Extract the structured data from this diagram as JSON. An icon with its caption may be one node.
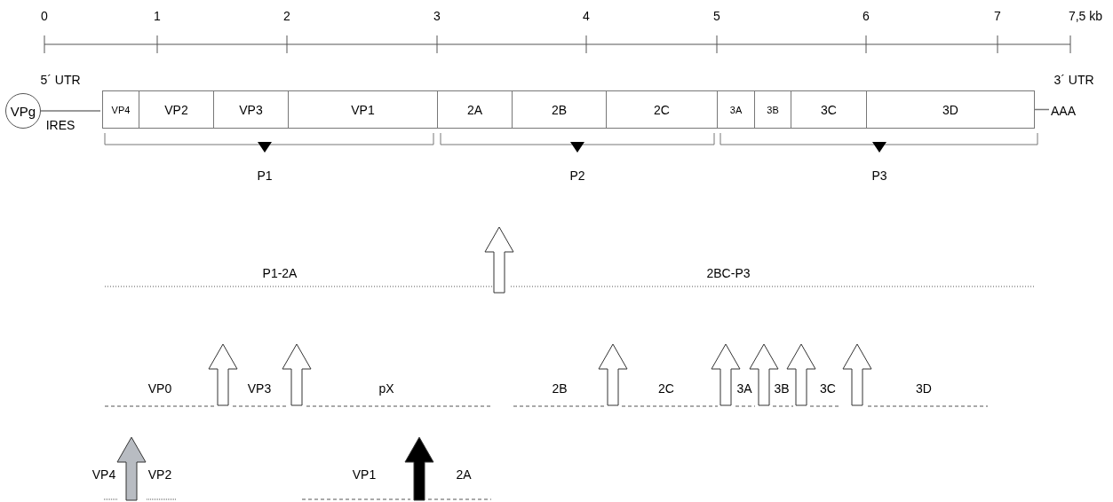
{
  "diagram": {
    "nodes": [
      {
        "text": [
          "VPg"
        ]
      },
      {
        "text": [
          "VP4"
        ]
      },
      {
        "text": [
          "VP2"
        ]
      },
      {
        "text": [
          "VP3"
        ]
      },
      {
        "text": [
          "VP1"
        ]
      },
      {
        "text": [
          "2A"
        ]
      },
      {
        "text": [
          "2B"
        ]
      },
      {
        "text": [
          "2C"
        ]
      },
      {
        "text": [
          "3A"
        ]
      },
      {
        "text": [
          "3B"
        ]
      },
      {
        "text": [
          "3C"
        ]
      },
      {
        "text": [
          "3D"
        ]
      },
      {
        "text": [
          "AAA"
        ]
      }
    ],
    "edges": [
      {
        "from": 0,
        "to": 1,
        "arrow": "none"
      },
      {
        "from": 11,
        "to": 12,
        "arrow": "none"
      }
    ],
    "labels": [
      "0",
      "1",
      "2",
      "3",
      "4",
      "5",
      "6",
      "7",
      "7,5 kb",
      "5´ UTR",
      "IRES",
      "3´ UTR",
      "P1",
      "P2",
      "P3",
      "P1-2A",
      "2BC-P3",
      "VP0",
      "VP3",
      "pX",
      "2B",
      "2C",
      "3A",
      "3B",
      "3C",
      "3D",
      "VP4",
      "VP2",
      "VP1",
      "2A"
    ]
  }
}
